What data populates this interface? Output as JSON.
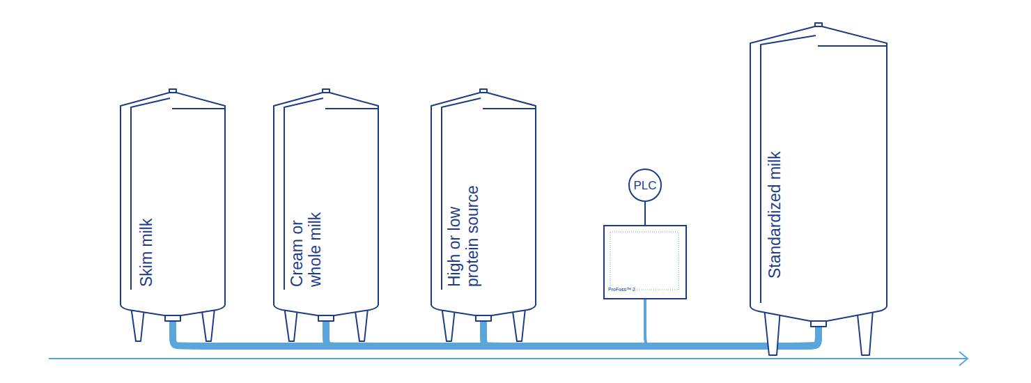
{
  "diagram": {
    "nodes": [
      {
        "text": [
          "Skim milk"
        ]
      },
      {
        "text": [
          "Cream or whole milk"
        ]
      },
      {
        "text": [
          "High or low protein source"
        ]
      },
      {
        "text": [
          "PLC"
        ]
      },
      {
        "text": [
          "ProFoss™ 2"
        ]
      },
      {
        "text": [
          "Standardized milk"
        ]
      }
    ],
    "edges": [
      {
        "from": 0,
        "to": 5,
        "arrow": "none"
      },
      {
        "from": 1,
        "to": 5,
        "arrow": "none"
      },
      {
        "from": 2,
        "to": 5,
        "arrow": "none"
      },
      {
        "from": 4,
        "to": 5,
        "arrow": "none"
      },
      {
        "from": 3,
        "to": 4,
        "arrow": "none"
      }
    ]
  }
}
